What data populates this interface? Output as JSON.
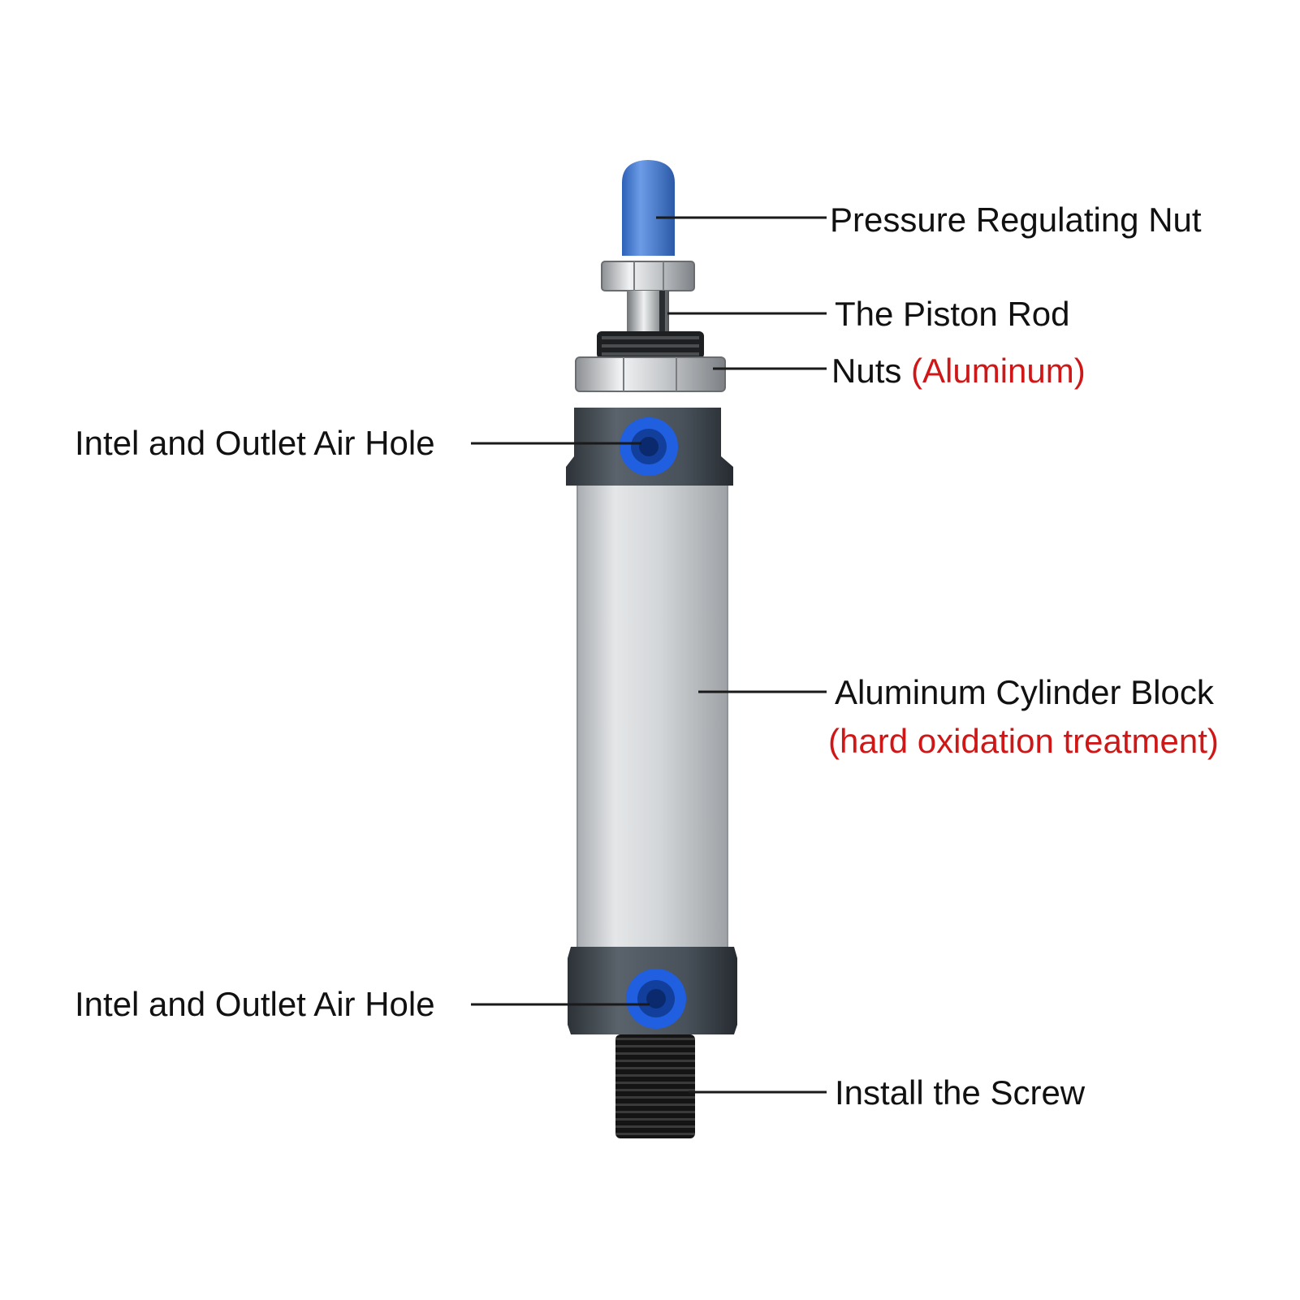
{
  "labels": {
    "pressure_nut": "Pressure Regulating Nut",
    "piston_rod": "The Piston Rod",
    "nuts": "Nuts",
    "nuts_note": "(Aluminum)",
    "air_hole_top": "Intel and Outlet Air Hole",
    "cylinder_block": "Aluminum Cylinder Block",
    "cylinder_note": "(hard oxidation treatment)",
    "air_hole_bottom": "Intel and Outlet Air Hole",
    "screw": "Install the Screw"
  },
  "colors": {
    "text": "#111111",
    "note": "#d01717",
    "cap": "#4a7fd4",
    "end_cap": "#3e464e",
    "barrel": "#cfd2d4",
    "fitting": "#1f5fe0",
    "thread": "#1c1c1c"
  }
}
